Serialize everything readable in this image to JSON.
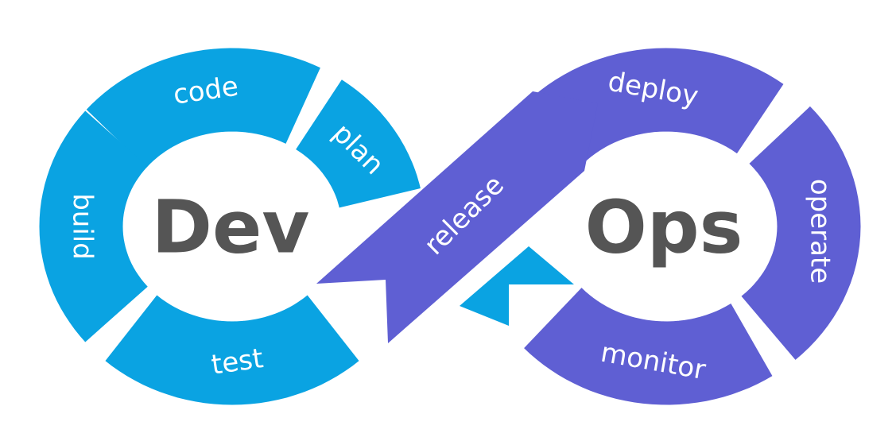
{
  "colors": {
    "dev": "#0aa3e2",
    "ops": "#5f5fd3",
    "center_text": "#555555"
  },
  "dev": {
    "title": "Dev",
    "stages": {
      "plan": "plan",
      "code": "code",
      "build": "build",
      "test": "test"
    }
  },
  "ops": {
    "title": "Ops",
    "stages": {
      "release": "release",
      "deploy": "deploy",
      "operate": "operate",
      "monitor": "monitor"
    }
  }
}
